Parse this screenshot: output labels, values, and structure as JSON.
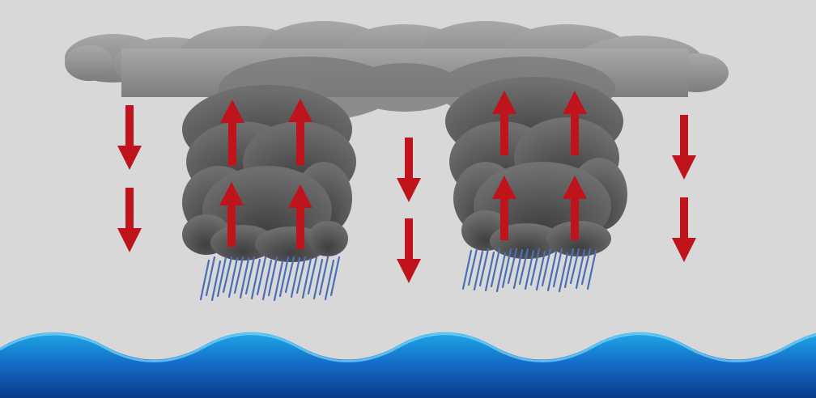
{
  "diagram": {
    "background_color": "#d8d8d8",
    "cloud_color_light": "#a9a9a9",
    "cloud_color_dark": "#4a4a4a",
    "arrow_color": "#c0141c",
    "rain_color": "#4a6fb5",
    "sea_color_top": "#1ea8e6",
    "sea_color_bottom": "#0a3a8a",
    "updraft_arrows_count": 8,
    "downdraft_arrows_count": 6,
    "rain_areas_count": 2
  }
}
